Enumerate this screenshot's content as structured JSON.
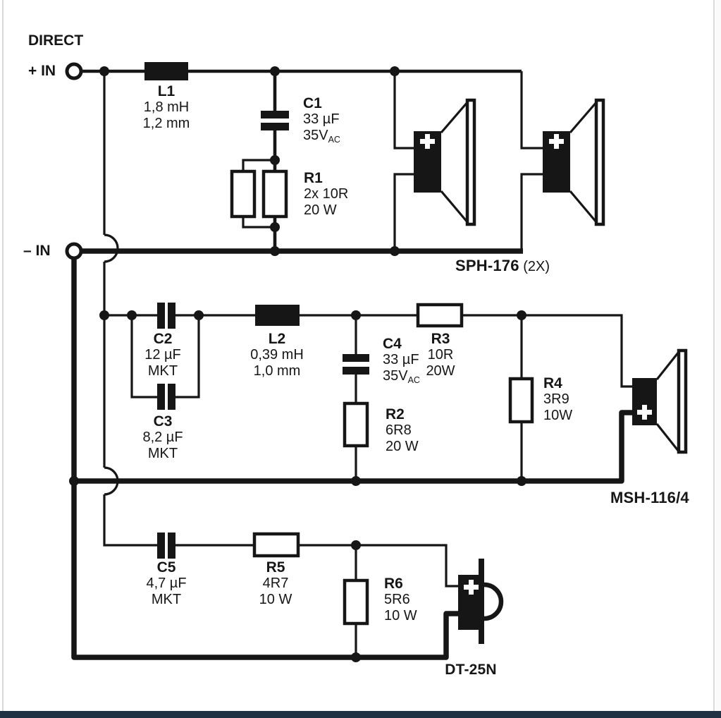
{
  "header": {
    "direct_label": "DIRECT",
    "plus_input_label": "+ IN",
    "minus_input_label": "– IN"
  },
  "components": {
    "L1": {
      "name": "L1",
      "l1": "1,8 mH",
      "l2": "1,2 mm"
    },
    "C1": {
      "name": "C1",
      "l1": "33 µF",
      "l2": "35V",
      "l2sub": "AC"
    },
    "R1": {
      "name": "R1",
      "l1": "2x 10R",
      "l2": "20 W"
    },
    "C2": {
      "name": "C2",
      "l1": "12 µF",
      "l2": "MKT"
    },
    "C3": {
      "name": "C3",
      "l1": "8,2 µF",
      "l2": "MKT"
    },
    "L2": {
      "name": "L2",
      "l1": "0,39 mH",
      "l2": "1,0 mm"
    },
    "C4": {
      "name": "C4",
      "l1": "33 µF",
      "l2": "35V",
      "l2sub": "AC"
    },
    "R2": {
      "name": "R2",
      "l1": "6R8",
      "l2": "20 W"
    },
    "R3": {
      "name": "R3",
      "l1": "10R",
      "l2": "20W"
    },
    "R4": {
      "name": "R4",
      "l1": "3R9",
      "l2": "10W"
    },
    "C5": {
      "name": "C5",
      "l1": "4,7 µF",
      "l2": "MKT"
    },
    "R5": {
      "name": "R5",
      "l1": "4R7",
      "l2": "10 W"
    },
    "R6": {
      "name": "R6",
      "l1": "5R6",
      "l2": "10 W"
    }
  },
  "speakers": {
    "woofer": {
      "model": "SPH-176",
      "qty": "(2X)"
    },
    "midrange": {
      "model": "MSH-116/4"
    },
    "tweeter": {
      "model": "DT-25N"
    }
  },
  "colors": {
    "line": "#161616",
    "accent_bar": "#1f3143"
  }
}
